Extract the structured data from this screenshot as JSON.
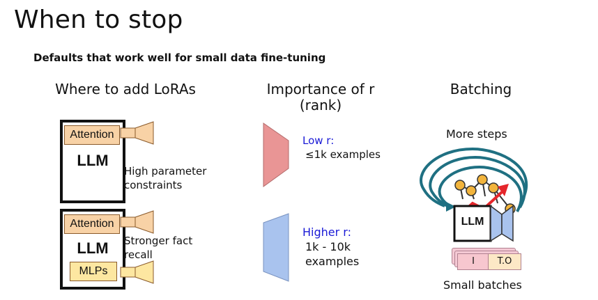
{
  "title": "When to stop",
  "subtitle": "Defaults that work well for small data fine-tuning",
  "columns": {
    "where": "Where to add LoRAs",
    "rank_line1": "Importance of r",
    "rank_line2": "(rank)",
    "batching": "Batching"
  },
  "diagram1": {
    "attention": "Attention",
    "llm": "LLM",
    "note_line1": "High parameter",
    "note_line2": "constraints"
  },
  "diagram2": {
    "attention": "Attention",
    "llm": "LLM",
    "mlps": "MLPs",
    "note_line1": "Stronger fact",
    "note_line2": "recall"
  },
  "rank": {
    "low_title": "Low r:",
    "low_desc": "≤1k examples",
    "high_title": "Higher r:",
    "high_desc1": "1k - 10k",
    "high_desc2": "examples"
  },
  "batching": {
    "more_steps": "More steps",
    "llm": "LLM",
    "batch_i": "I",
    "batch_to": "T.O",
    "small_batches": "Small batches"
  },
  "colors": {
    "lora_orange": "#f8d2a6",
    "low_rank_red": "#e99595",
    "high_rank_blue": "#a9c3ee",
    "loop_teal": "#1f7082",
    "node_gold": "#f2b43c",
    "arrow_red": "#e5262b",
    "rank_label_blue": "#1a1ad6"
  }
}
